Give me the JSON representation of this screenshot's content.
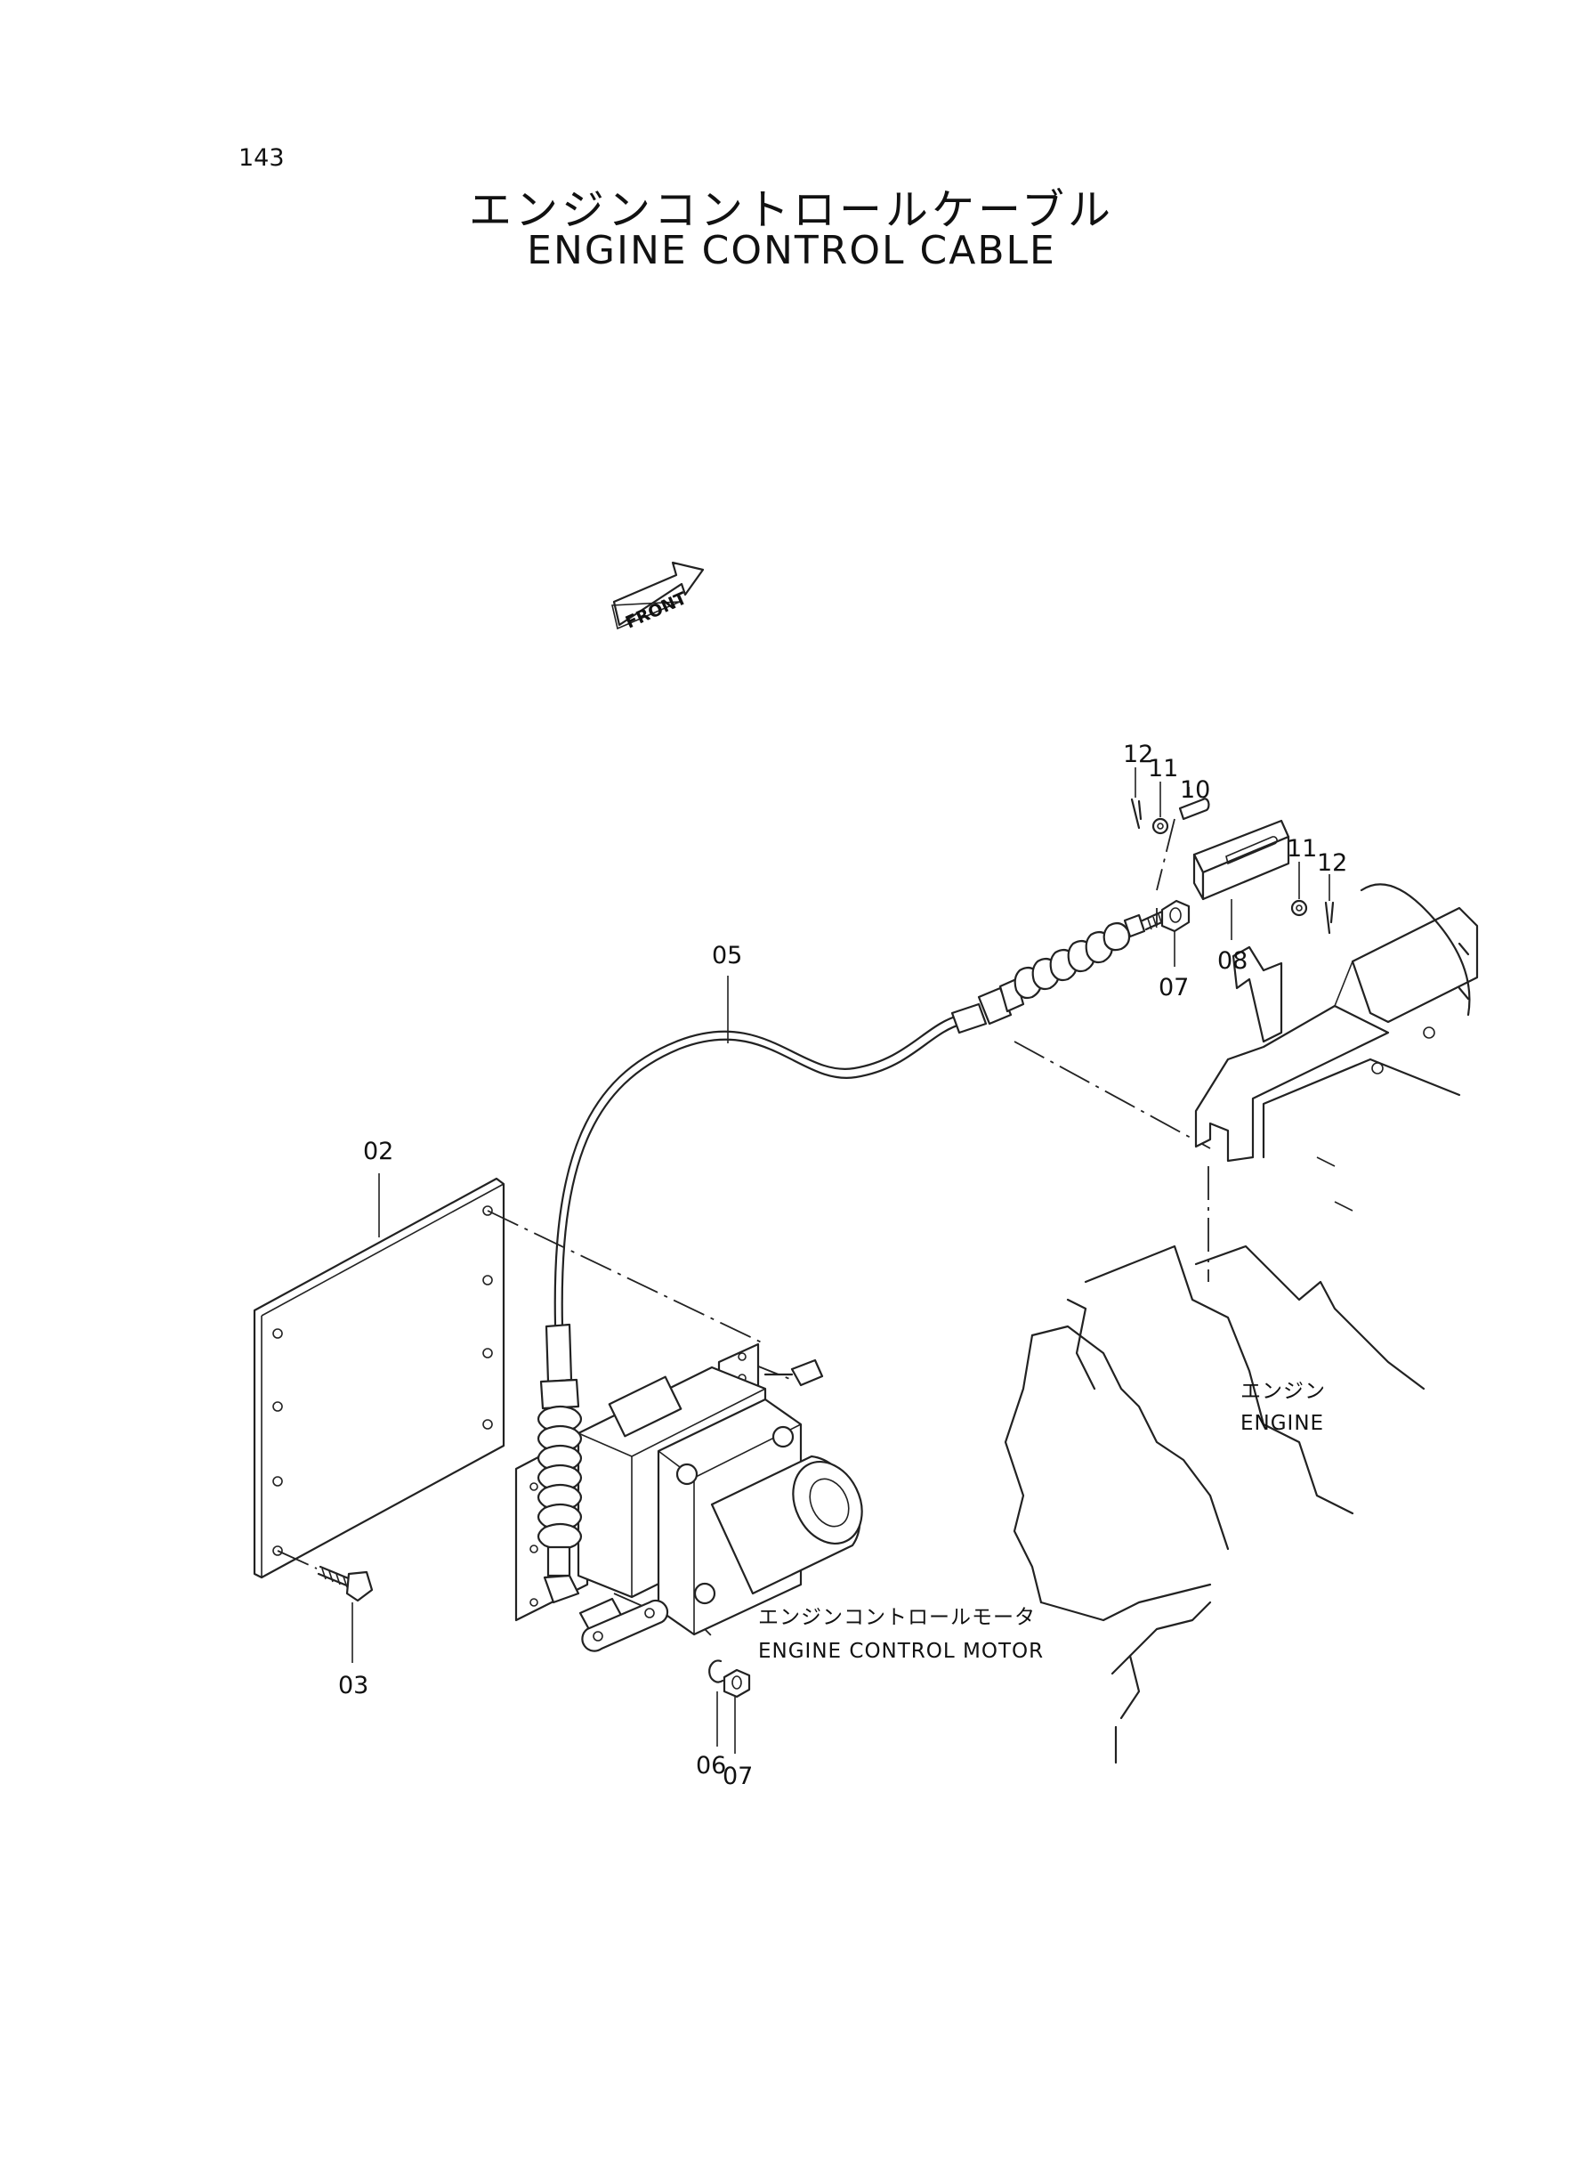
{
  "page_number": "143",
  "title_jp": "エンジンコントロールケーブル",
  "title_en": "ENGINE CONTROL CABLE",
  "front_marker": "FRONT",
  "callouts": {
    "p02": "02",
    "p03": "03",
    "p05": "05",
    "p06": "06",
    "p07a": "07",
    "p07b": "07",
    "p08": "08",
    "p10": "10",
    "p11a": "11",
    "p11b": "11",
    "p12a": "12",
    "p12b": "12"
  },
  "captions": {
    "engine_jp": "エンジン",
    "engine_en": "ENGINE",
    "motor_jp": "エンジンコントロールモータ",
    "motor_en": "ENGINE CONTROL MOTOR"
  }
}
